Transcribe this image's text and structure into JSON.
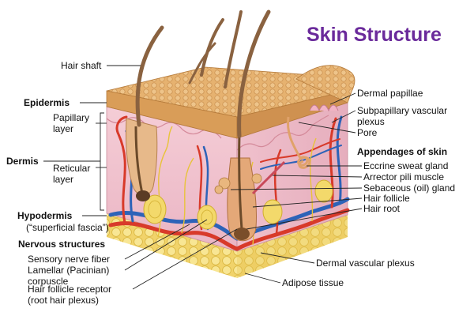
{
  "title": "Skin Structure",
  "colors": {
    "title": "#6a2a9b",
    "skin_top": "#e4b070",
    "dermis": "#f2c5cf",
    "artery": "#d83a2a",
    "vein": "#2d63b8",
    "fat": "#f4de7a",
    "nerve": "#e8c33a"
  },
  "labels": {
    "hair_shaft": "Hair shaft",
    "epidermis": "Epidermis",
    "papillary_layer": "Papillary layer",
    "dermis": "Dermis",
    "reticular_layer": "Reticular layer",
    "hypodermis": "Hypodermis",
    "superficial_fascia": "(“superficial fascia”)",
    "nervous_structures": "Nervous structures",
    "sensory_nerve_fiber": "Sensory nerve fiber",
    "lamellar_corpuscle": "Lamellar (Pacinian) corpuscle",
    "hair_follicle_receptor": "Hair follicle receptor",
    "root_hair_plexus": "(root hair plexus)",
    "dermal_papillae": "Dermal papillae",
    "subpapillary_plexus": "Subpapillary vascular plexus",
    "pore": "Pore",
    "appendages": "Appendages of skin",
    "eccrine_gland": "Eccrine sweat gland",
    "arrector_pili": "Arrector pili muscle",
    "sebaceous_gland": "Sebaceous (oil) gland",
    "hair_follicle": "Hair follicle",
    "hair_root": "Hair root",
    "dermal_vascular_plexus": "Dermal vascular plexus",
    "adipose_tissue": "Adipose tissue"
  }
}
